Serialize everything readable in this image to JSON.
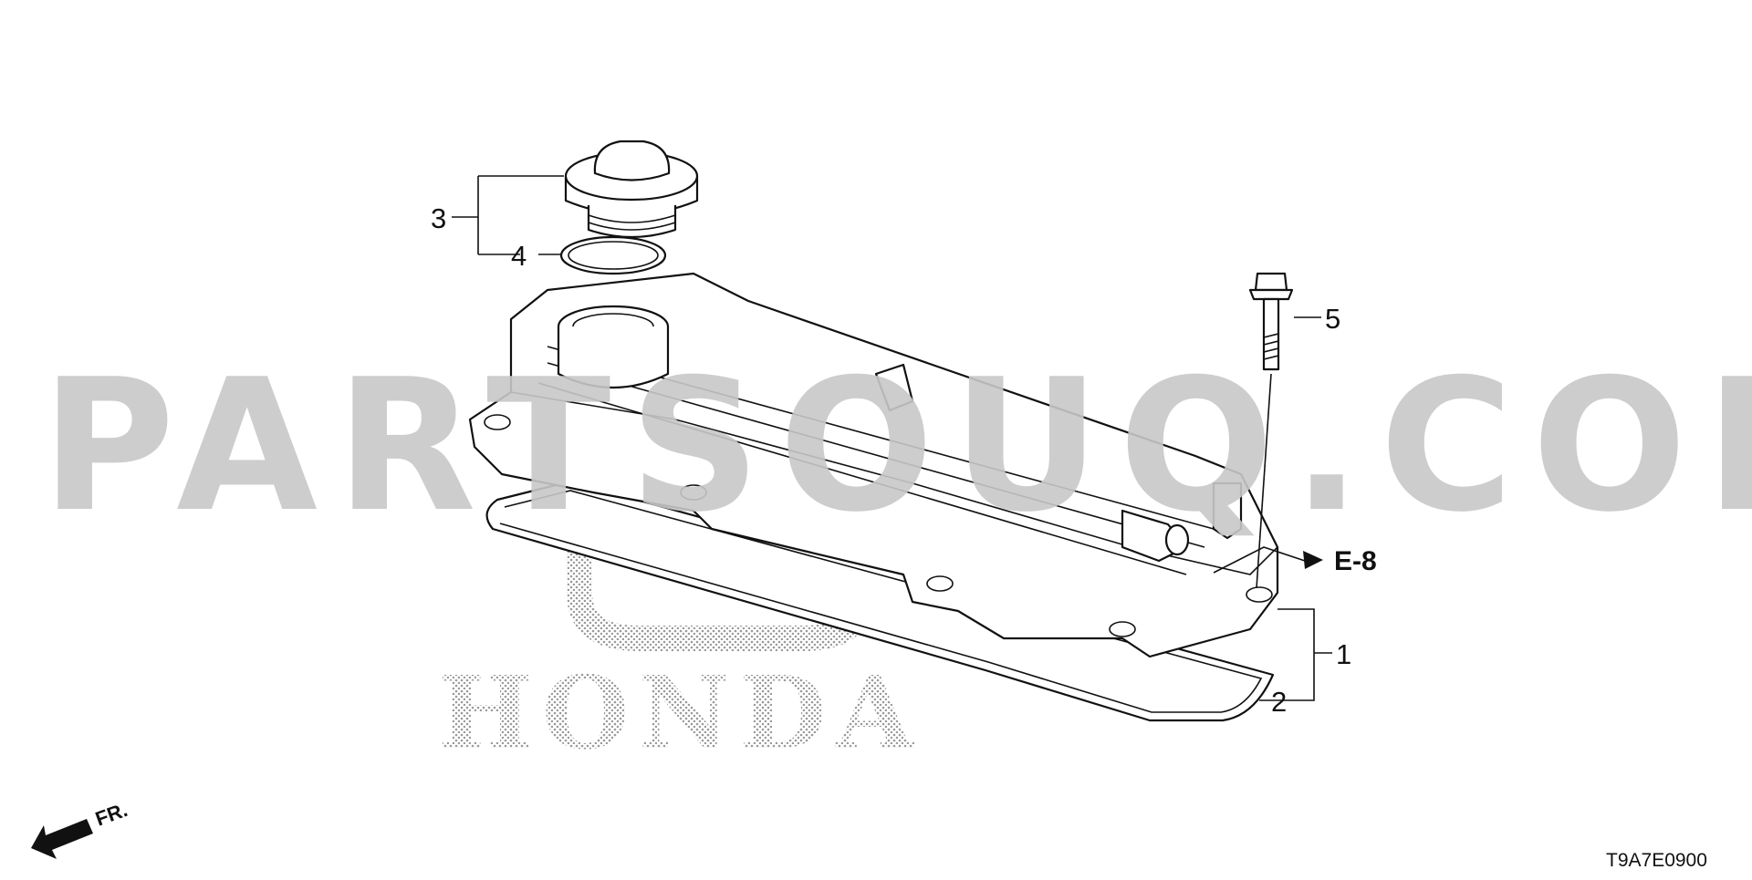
{
  "watermark": {
    "text": "PARTSOUQ.COM",
    "brand": "HONDA"
  },
  "callouts": [
    {
      "id": "1",
      "label": "1"
    },
    {
      "id": "2",
      "label": "2"
    },
    {
      "id": "3",
      "label": "3"
    },
    {
      "id": "4",
      "label": "4"
    },
    {
      "id": "5",
      "label": "5"
    }
  ],
  "reference": {
    "label": "E-8"
  },
  "direction": {
    "label": "FR."
  },
  "diagram_code": "T9A7E0900",
  "colors": {
    "line": "#111111",
    "watermark": "#c8c8c8",
    "background": "#ffffff"
  }
}
